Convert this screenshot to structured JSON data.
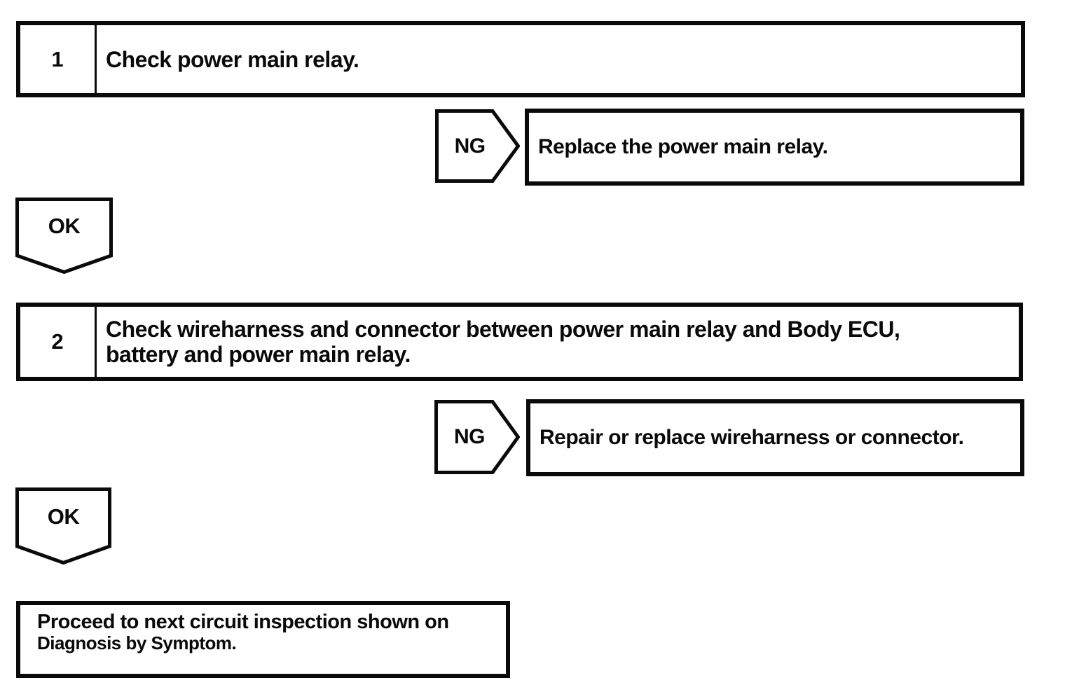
{
  "page": {
    "background": "#ffffff",
    "ink": "#0a0a0a",
    "kind": "diagnostic-flowchart"
  },
  "steps": [
    {
      "number": "1",
      "instruction_lines": [
        "Check power main relay."
      ],
      "ng": {
        "label": "NG",
        "action": "Replace the power main relay."
      },
      "ok": {
        "label": "OK"
      }
    },
    {
      "number": "2",
      "instruction_lines": [
        "Check wireharness and connector between power main relay and Body ECU,",
        "battery and power main relay."
      ],
      "ng": {
        "label": "NG",
        "action": "Repair or replace wireharness or connector."
      },
      "ok": {
        "label": "OK"
      }
    }
  ],
  "terminal": {
    "lines": [
      "Proceed to next circuit inspection shown on",
      "Diagnosis by Symptom."
    ]
  }
}
